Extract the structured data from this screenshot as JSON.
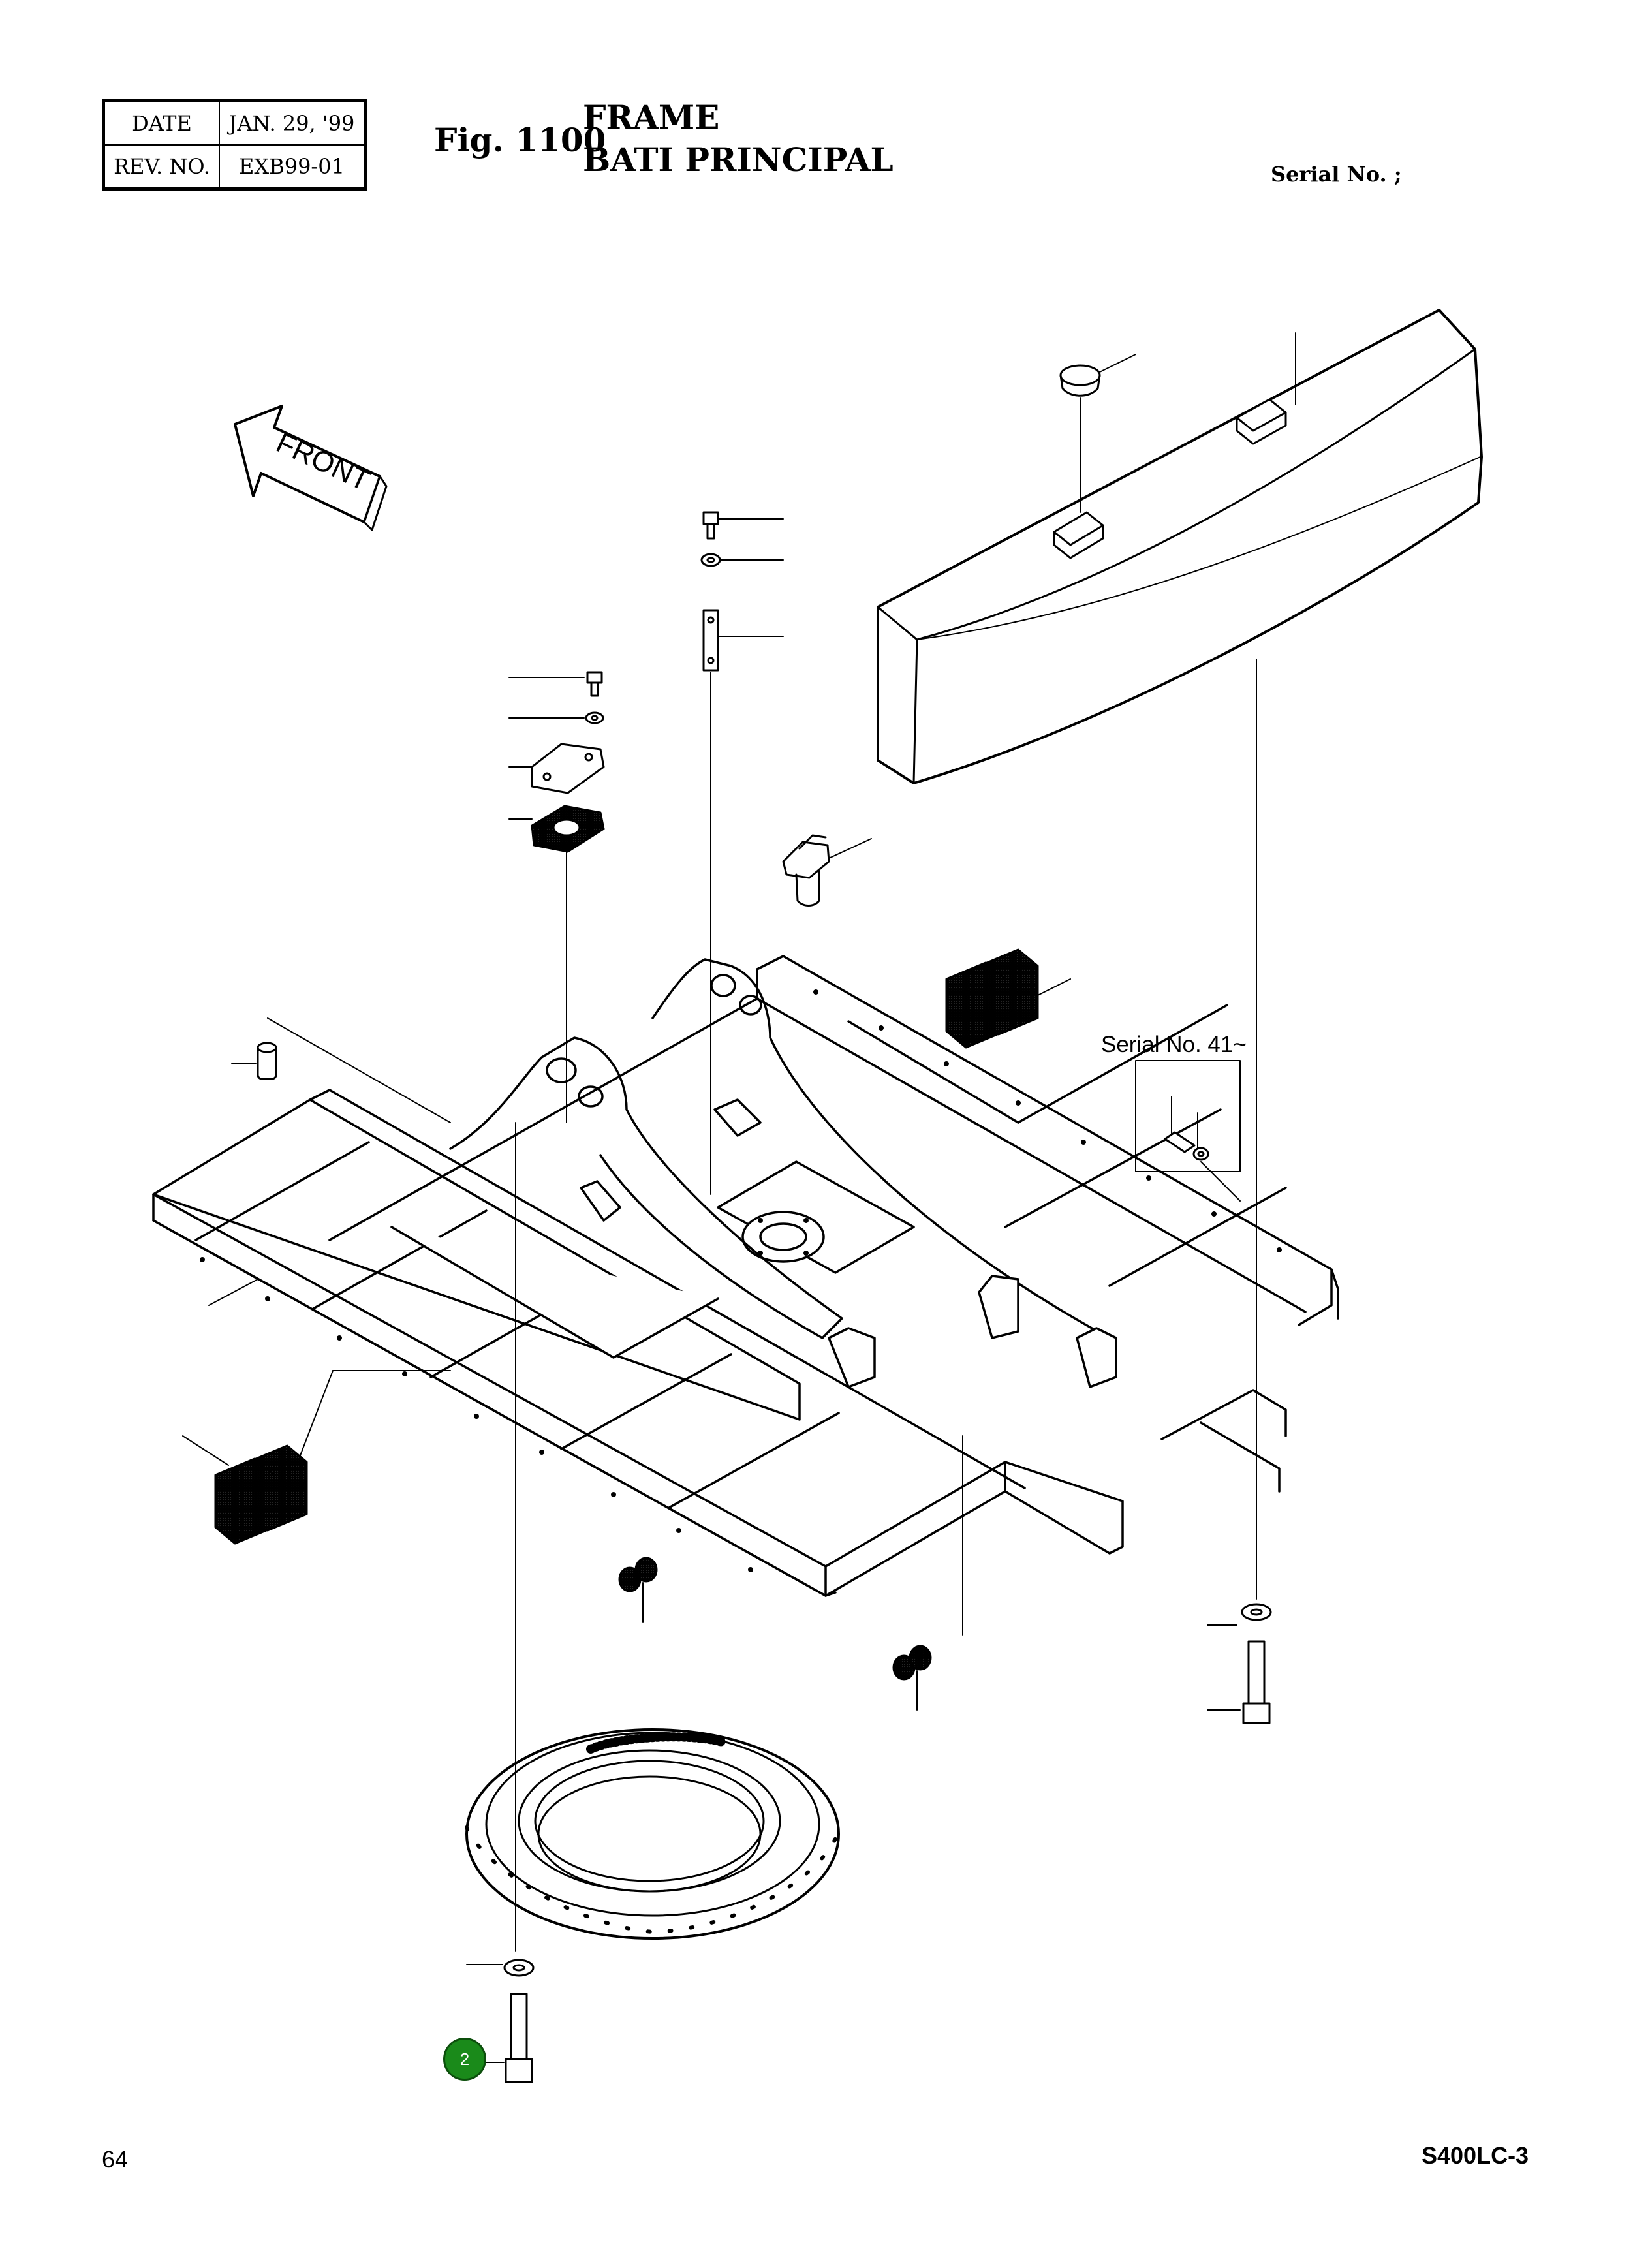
{
  "header": {
    "date_label": "DATE",
    "date_value": "JAN. 29, '99",
    "rev_label": "REV. NO.",
    "rev_value": "EXB99-01"
  },
  "figure": {
    "number": "Fig. 1100",
    "title_en": "FRAME",
    "title_fr": "BATI PRINCIPAL"
  },
  "serial_top": "Serial No. ;",
  "front_label": "FRONT",
  "serial_41": "Serial No. 41~",
  "callout_number": "2",
  "footer": {
    "page_number": "64",
    "model": "S400LC-3"
  }
}
